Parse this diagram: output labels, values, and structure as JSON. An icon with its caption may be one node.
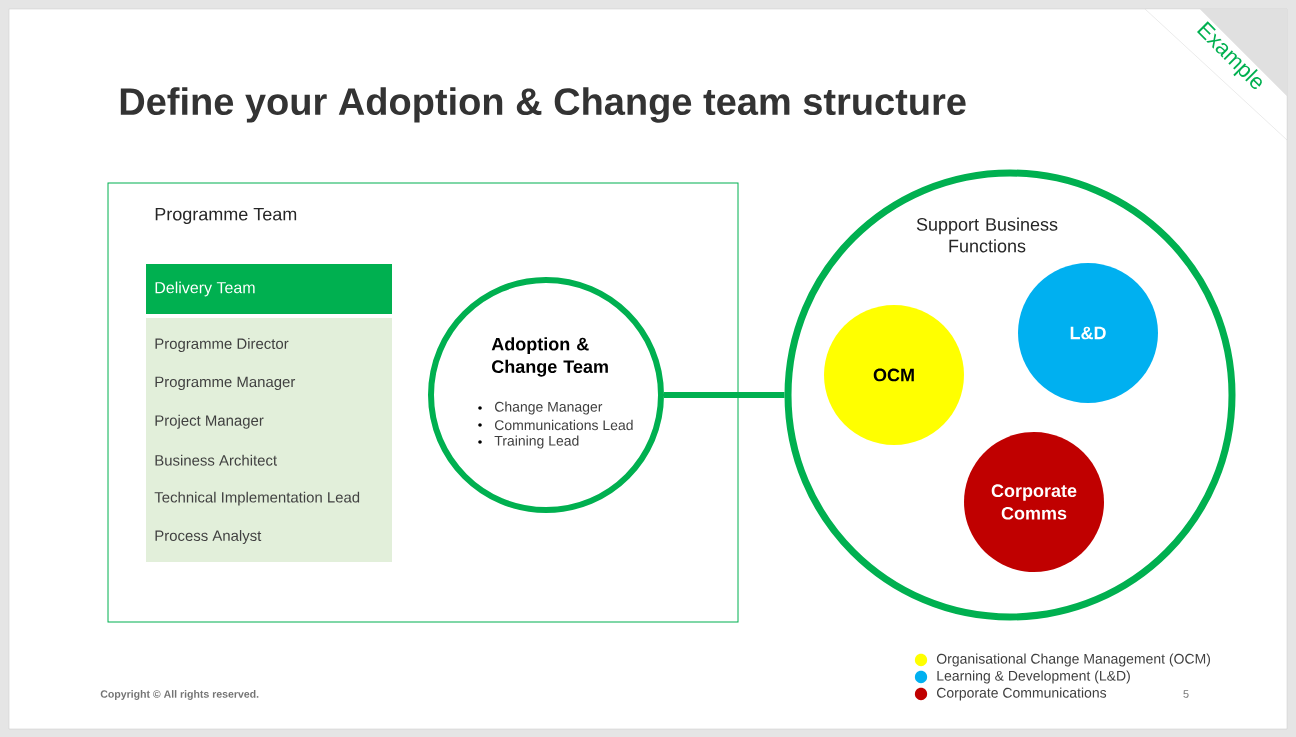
{
  "diagram": {
    "title": "Define your Adoption & Change team structure",
    "nodes": [
      {
        "text": [
          "Programme Team"
        ]
      },
      {
        "text": [
          "Delivery Team"
        ],
        "in": 0
      },
      {
        "text": [
          "Programme Director",
          "Programme Manager",
          "Project Manager",
          "Business Architect",
          "Technical Implementation Lead",
          "Process Analyst"
        ],
        "in": 0
      },
      {
        "text": [
          "Adoption & Change Team",
          "Change Manager",
          "Communications Lead",
          "Training Lead"
        ],
        "in": 0
      },
      {
        "text": [
          "Support Business Functions"
        ]
      },
      {
        "text": [
          "OCM"
        ],
        "in": 4
      },
      {
        "text": [
          "L&D"
        ],
        "in": 4
      },
      {
        "text": [
          "Corporate Comms"
        ],
        "in": 4
      }
    ],
    "edges": [
      {
        "from": 3,
        "to": 4,
        "arrow": "none"
      }
    ],
    "labels": [
      "Example",
      "Copyright © All rights reserved.",
      "5"
    ],
    "legend": [
      {
        "text": "Organisational Change Management (OCM)",
        "color": "#ffff00"
      },
      {
        "text": "Learning & Development (L&D)",
        "color": "#00b0f0"
      },
      {
        "text": "Corporate Communications",
        "color": "#c00000"
      }
    ]
  }
}
